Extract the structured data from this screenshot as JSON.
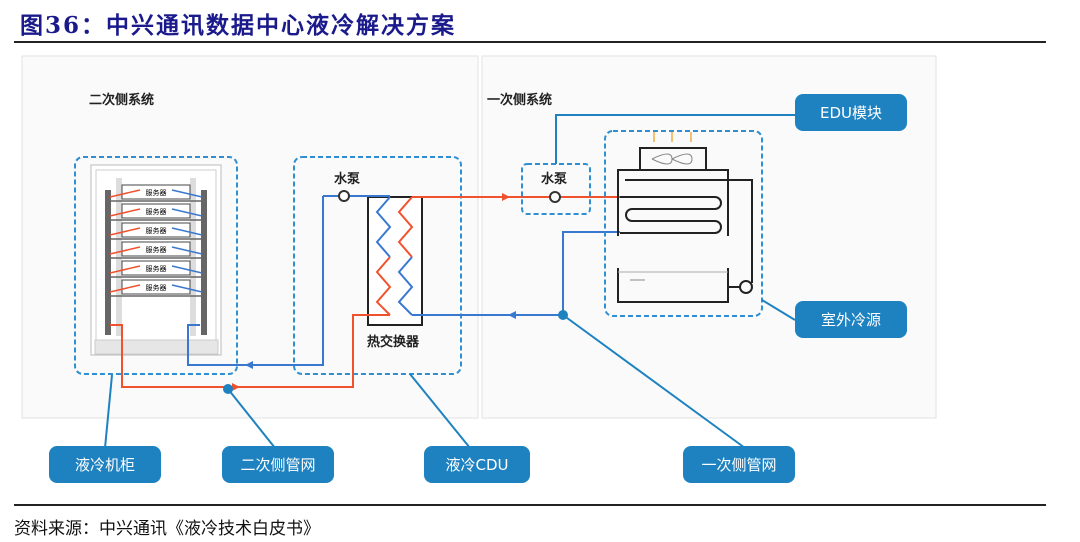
{
  "figure": {
    "title": "图36：中兴通讯数据中心液冷解决方案",
    "source": "资料来源：中兴通讯《液冷技术白皮书》"
  },
  "diagram": {
    "secondary_system_label": "二次侧系统",
    "primary_system_label": "一次侧系统",
    "server_label": "服务器",
    "server_count": 6,
    "pump_label_cdu": "水泵",
    "pump_label_primary": "水泵",
    "heat_exchanger_label": "热交换器",
    "callouts": {
      "edu_module": "EDU模块",
      "outdoor_cold_source": "室外冷源",
      "liquid_cabinet": "液冷机柜",
      "secondary_pipe_network": "二次侧管网",
      "liquid_cdu": "液冷CDU",
      "primary_pipe_network": "一次侧管网"
    },
    "colors": {
      "hot_pipe": "#f0522e",
      "cold_pipe": "#3a78d0",
      "callout_bg": "#1f82c0",
      "dashed_border": "#2f8fd0",
      "title": "#1a1a8c"
    }
  }
}
